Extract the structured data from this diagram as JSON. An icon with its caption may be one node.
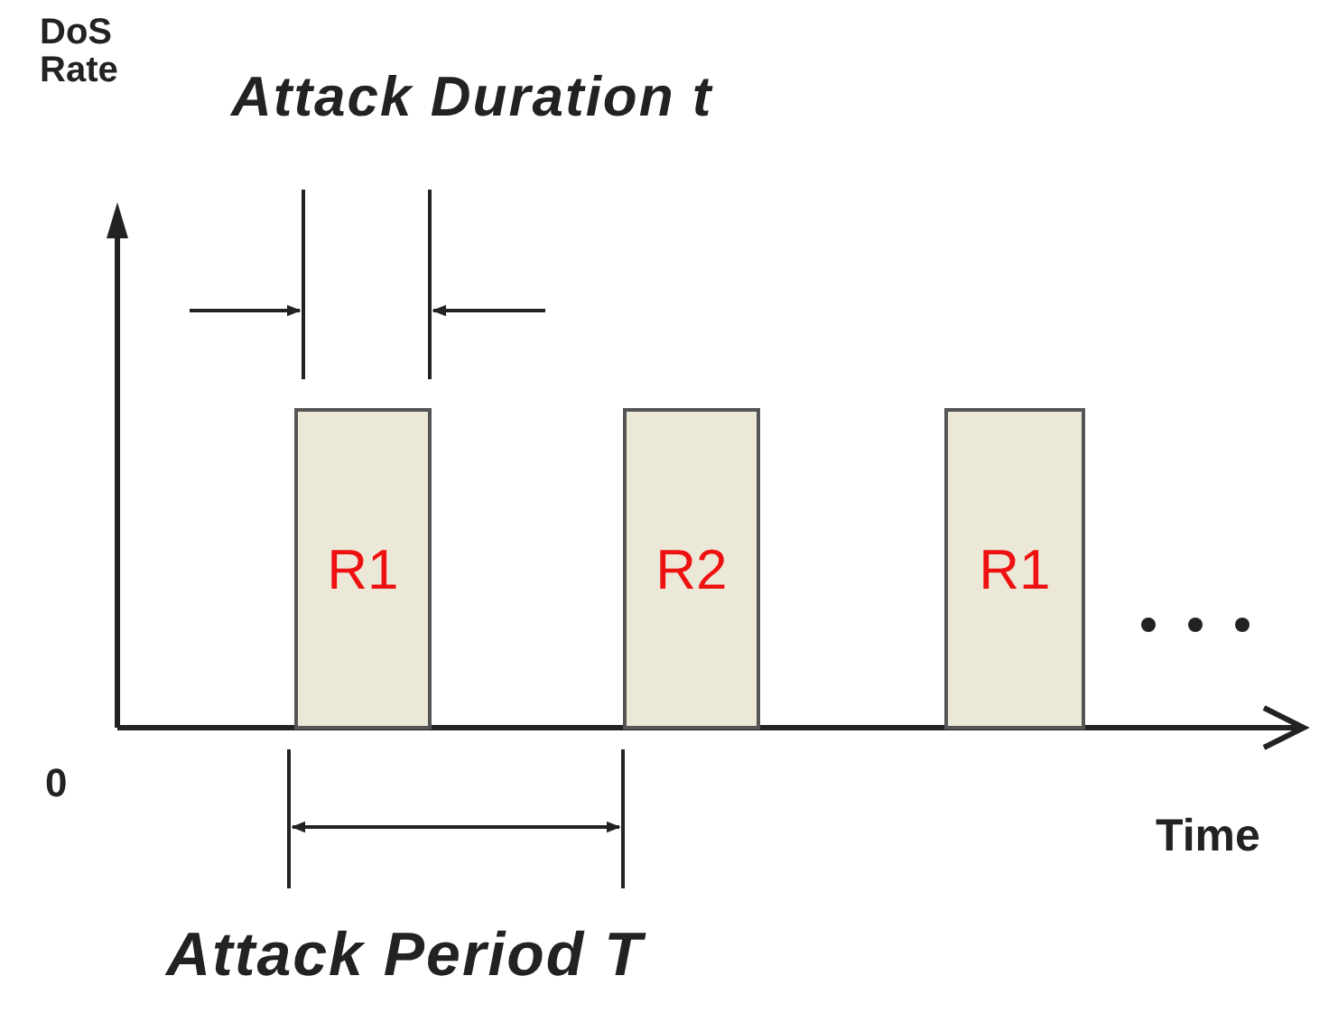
{
  "diagram": {
    "nodes": [
      {
        "text": [
          "R1"
        ]
      },
      {
        "text": [
          "R2"
        ]
      },
      {
        "text": [
          "R1"
        ]
      }
    ],
    "labels": [
      "DoS Rate",
      "Attack Duration t",
      "0",
      "Time",
      "Attack Period T"
    ]
  }
}
